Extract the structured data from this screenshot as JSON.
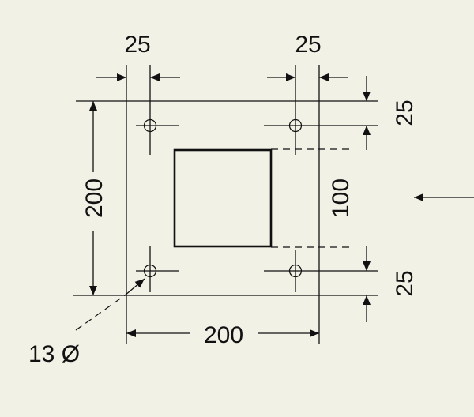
{
  "drawing": {
    "background": "#f2f1e6",
    "line_color": "#111111",
    "dimensions": {
      "top_left_offset": "25",
      "top_right_offset": "25",
      "right_top_offset": "25",
      "right_bottom_offset": "25",
      "overall_height": "200",
      "overall_width": "200",
      "inner_square": "100"
    },
    "hole_callout": "13 Ø",
    "icons": {
      "hole": "crosshair-circle-icon",
      "view_arrow": "arrow-left-icon"
    }
  }
}
